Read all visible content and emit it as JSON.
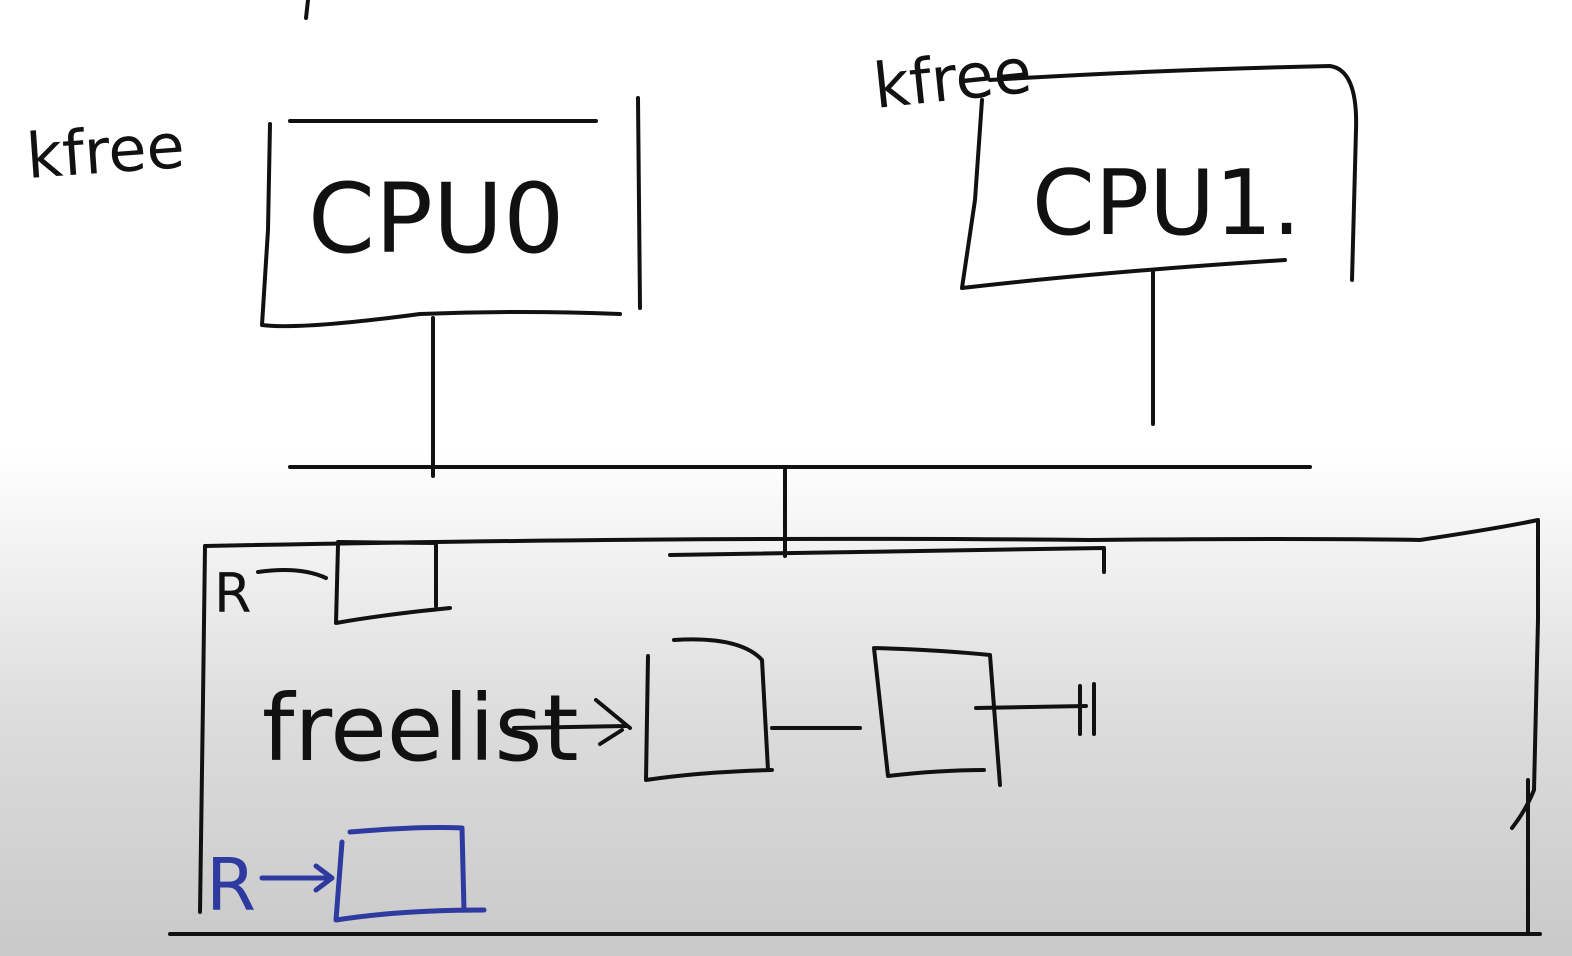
{
  "labels": {
    "cpu0": "CPU0",
    "cpu1": "CPU1.",
    "kfree_left": "kfree",
    "kfree_right": "kfree",
    "freelist": "freelist",
    "r_top": "R",
    "r_bottom": "R"
  },
  "colors": {
    "ink": "#111111",
    "annotation": "#2e3aa0",
    "background_top": "#ffffff",
    "background_bottom": "#c9c9c9"
  }
}
